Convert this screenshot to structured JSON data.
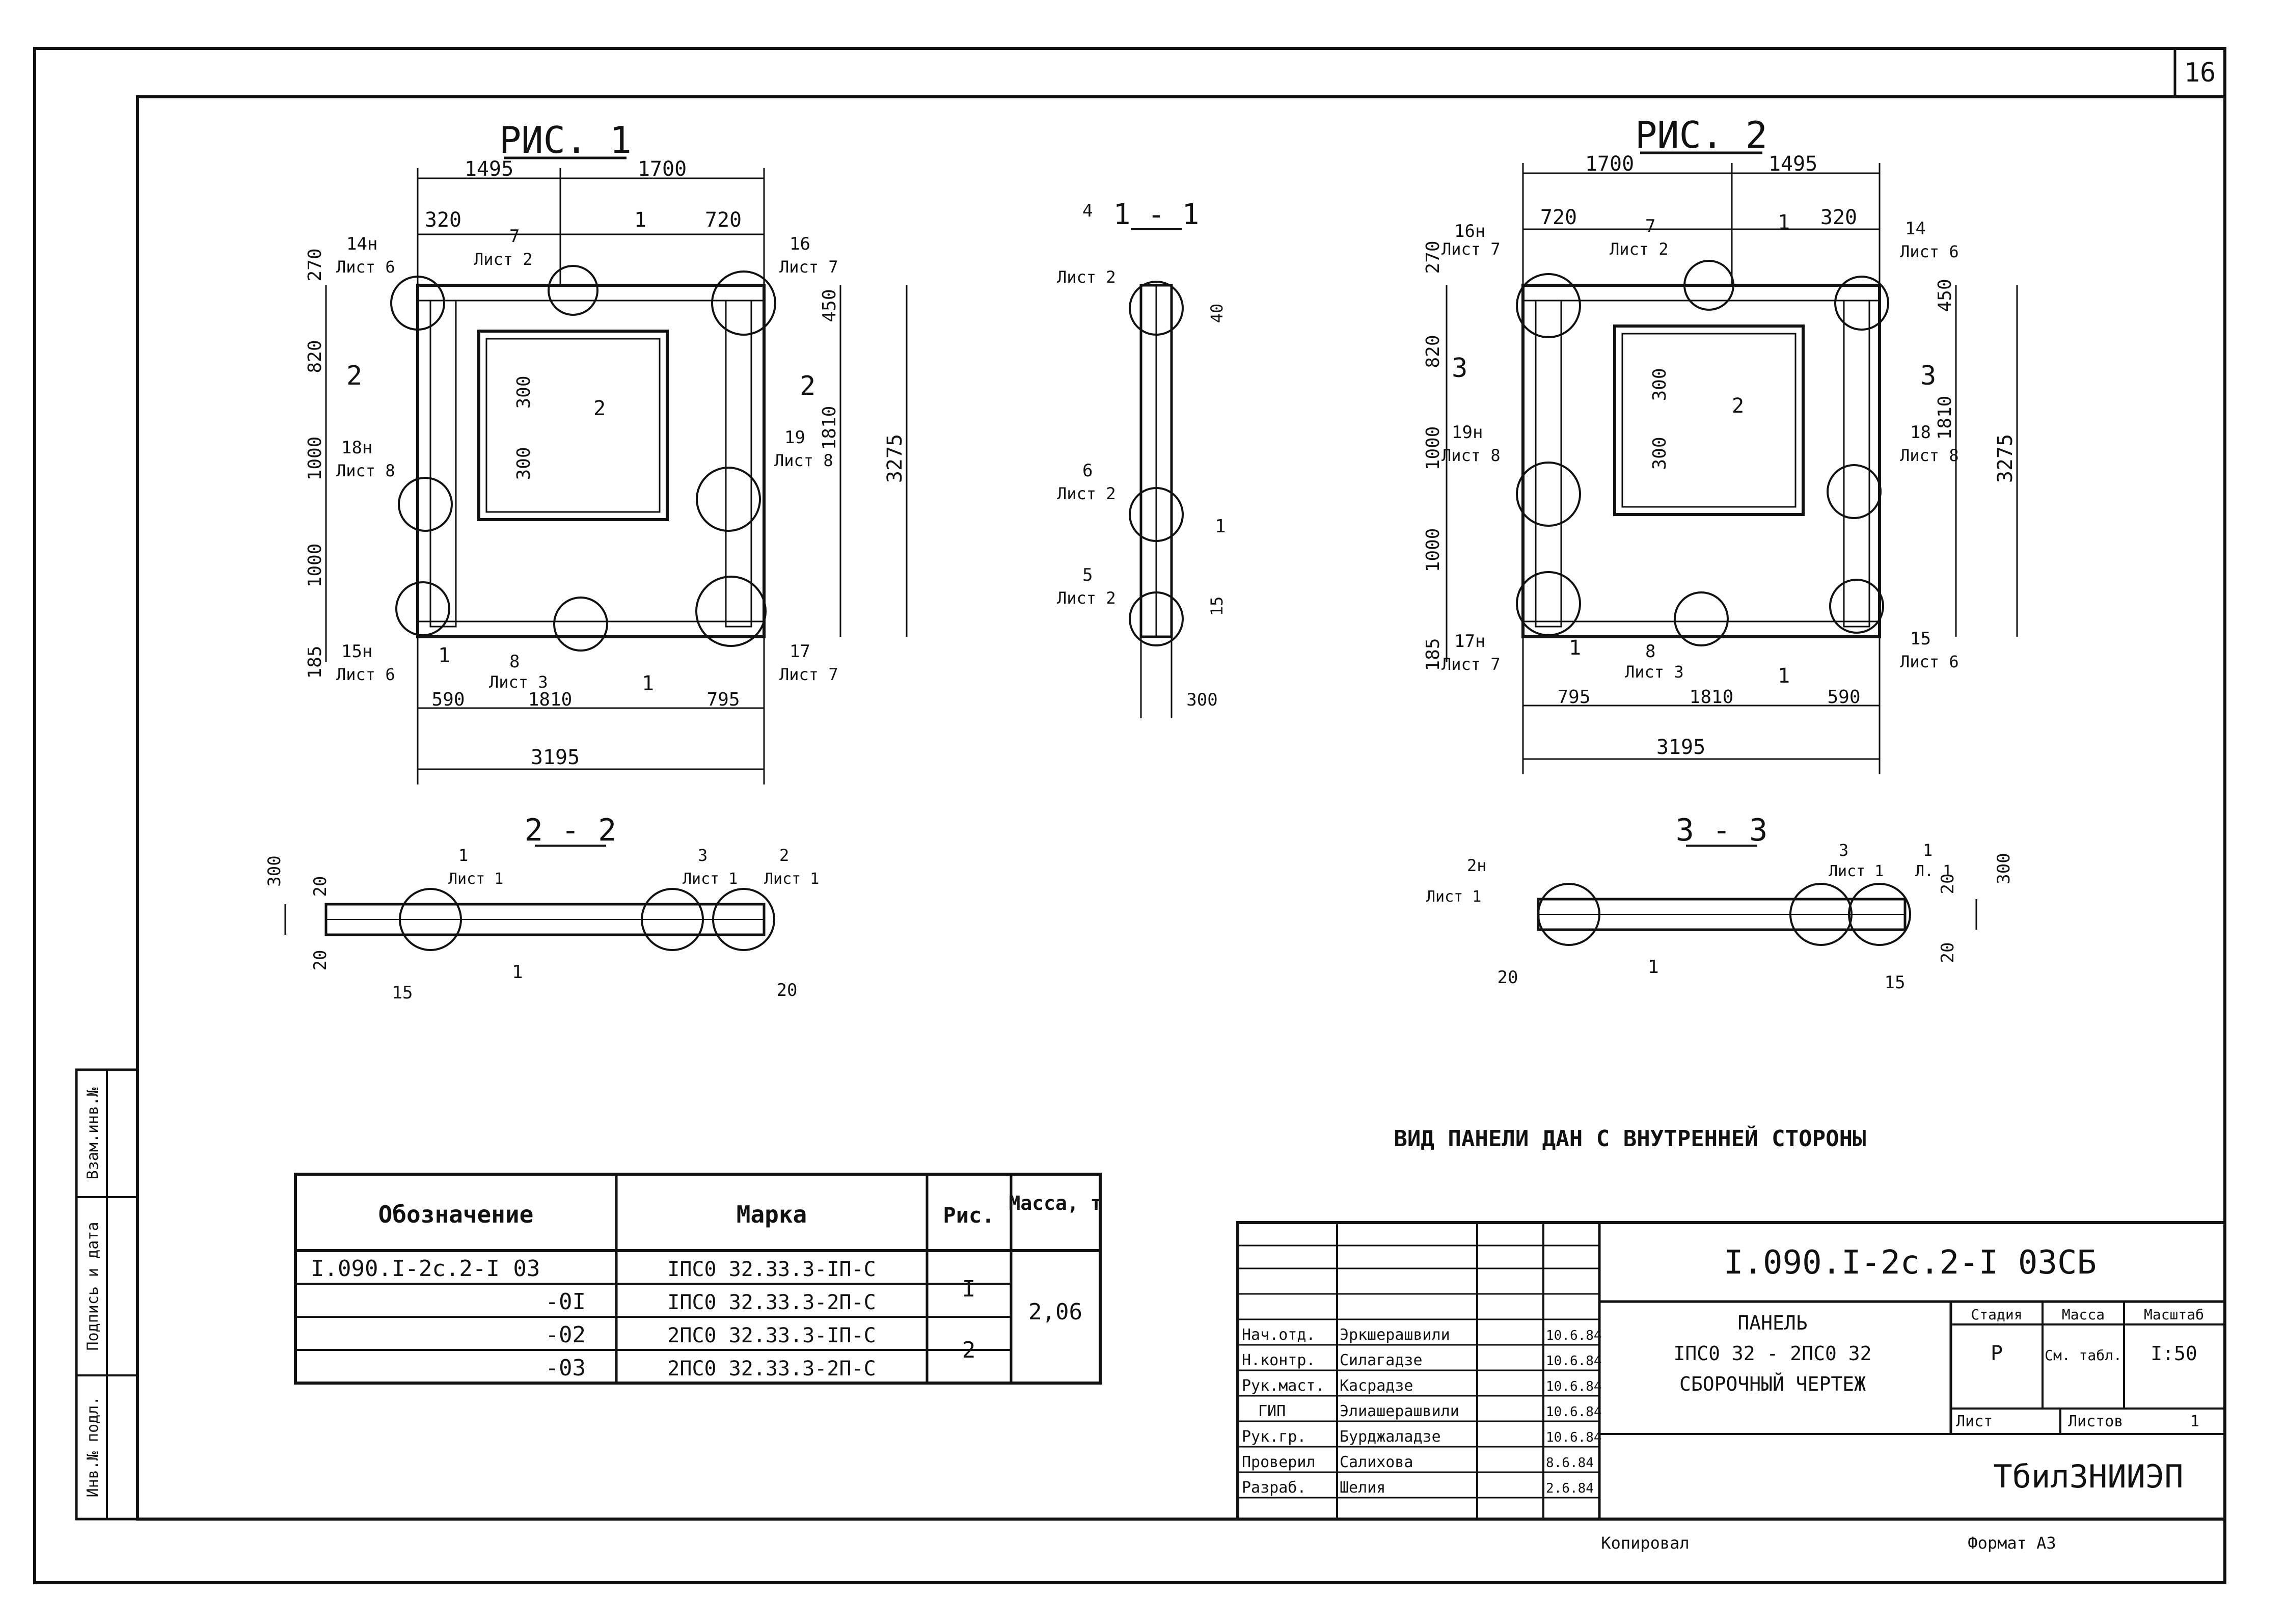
{
  "sheet_number": "16",
  "fig1": {
    "title": "РИС. 1",
    "dims_top": [
      "1495",
      "1700"
    ],
    "dims_top2": [
      "320",
      "720"
    ],
    "dims_left": [
      "270",
      "820",
      "1000",
      "1000",
      "185"
    ],
    "dims_bottom": [
      "590",
      "1810",
      "795"
    ],
    "dim_overall_width": "3195",
    "dim_overall_height": "3275",
    "dim_right_a": "450",
    "dim_right_b": "1810",
    "dim_window": [
      "300",
      "300"
    ],
    "callouts": [
      {
        "num": "14н",
        "sheet": "Лист 6"
      },
      {
        "num": "7",
        "sheet": "Лист 2"
      },
      {
        "num": "16",
        "sheet": "Лист 7"
      },
      {
        "num": "18н",
        "sheet": "Лист 8"
      },
      {
        "num": "19",
        "sheet": "Лист 8"
      },
      {
        "num": "15н",
        "sheet": "Лист 6"
      },
      {
        "num": "8",
        "sheet": "Лист 3"
      },
      {
        "num": "17",
        "sheet": "Лист 7"
      }
    ],
    "labels": [
      "2",
      "1",
      "1",
      "1",
      "2",
      "2"
    ]
  },
  "fig2": {
    "title": "РИС. 2",
    "dims_top": [
      "1700",
      "1495"
    ],
    "dims_top2": [
      "720",
      "320"
    ],
    "dims_left": [
      "270",
      "820",
      "1000",
      "1000",
      "185"
    ],
    "dims_bottom": [
      "795",
      "1810",
      "590"
    ],
    "dim_overall_width": "3195",
    "dim_overall_height": "3275",
    "dim_right_a": "450",
    "dim_right_b": "1810",
    "dim_window": [
      "300",
      "300"
    ],
    "callouts": [
      {
        "num": "16н",
        "sheet": "Лист 7"
      },
      {
        "num": "7",
        "sheet": "Лист 2"
      },
      {
        "num": "14",
        "sheet": "Лист 6"
      },
      {
        "num": "19н",
        "sheet": "Лист 8"
      },
      {
        "num": "18",
        "sheet": "Лист 8"
      },
      {
        "num": "17н",
        "sheet": "Лист 7"
      },
      {
        "num": "8",
        "sheet": "Лист 3"
      },
      {
        "num": "15",
        "sheet": "Лист 6"
      }
    ],
    "labels": [
      "3",
      "1",
      "1",
      "1",
      "2",
      "3"
    ]
  },
  "sec11": {
    "title": "1 - 1",
    "callouts": [
      {
        "num": "4",
        "sheet": "Лист 2"
      },
      {
        "num": "6",
        "sheet": "Лист 2"
      },
      {
        "num": "5",
        "sheet": "Лист 2"
      }
    ],
    "dims": [
      "40",
      "15",
      "300"
    ],
    "label": "1"
  },
  "sec22": {
    "title": "2 - 2",
    "dims": [
      "300",
      "20",
      "20",
      "15",
      "20"
    ],
    "callouts": [
      {
        "num": "1",
        "sheet": "Лист 1"
      },
      {
        "num": "3",
        "sheet": "Лист 1"
      },
      {
        "num": "2",
        "sheet": "Лист 1"
      }
    ],
    "label": "1"
  },
  "sec33": {
    "title": "3 - 3",
    "dims": [
      "300",
      "20",
      "20",
      "15"
    ],
    "callouts": [
      {
        "num": "2н",
        "sheet": "Лист 1"
      },
      {
        "num": "3",
        "sheet": "Лист 1"
      },
      {
        "num": "1",
        "sheet": "Л. 1"
      }
    ],
    "label": "1"
  },
  "note": "ВИД ПАНЕЛИ ДАН С ВНУТРЕННЕЙ СТОРОНЫ",
  "spec_table": {
    "headers": [
      "Обозначение",
      "Марка",
      "Рис.",
      "Масса, т"
    ],
    "rows": [
      {
        "designation": "I.090.I-2с.2-I 03",
        "mark": "IПС0 32.33.3-IП-С"
      },
      {
        "designation": "-0I",
        "mark": "IПС0 32.33.3-2П-С"
      },
      {
        "designation": "-02",
        "mark": "2ПС0 32.33.3-IП-С"
      },
      {
        "designation": "-03",
        "mark": "2ПС0 32.33.3-2П-С"
      }
    ],
    "fig_values": [
      "I",
      "2"
    ],
    "mass": "2,06"
  },
  "side_stamp": [
    "Взам.инв.№",
    "Подпись и дата",
    "Инв.№ подл."
  ],
  "title_block": {
    "code": "I.090.I-2с.2-I  03СБ",
    "name_line1": "ПАНЕЛЬ",
    "name_line2": "IПС0 32  -  2ПС0 32",
    "name_line3": "СБОРОЧНЫЙ  ЧЕРТЕЖ",
    "stage_label": "Стадия",
    "mass_label": "Масса",
    "scale_label": "Масштаб",
    "stage": "Р",
    "mass": "См. табл.",
    "scale": "I:50",
    "sheet_label": "Лист",
    "sheets_label": "Листов",
    "sheets": "1",
    "org": "ТбилЗНИИЭП",
    "roles": [
      {
        "role": "Нач.отд.",
        "name": "Эркшерашвили",
        "date": "10.6.84"
      },
      {
        "role": "Н.контр.",
        "name": "Силагадзе",
        "date": "10.6.84"
      },
      {
        "role": "Рук.маст.",
        "name": "Касрадзе",
        "date": "10.6.84"
      },
      {
        "role": "ГИП",
        "name": "Элиашерашвили",
        "date": "10.6.84"
      },
      {
        "role": "Рук.гр.",
        "name": "Бурджаладзе",
        "date": "10.6.84"
      },
      {
        "role": "Проверил",
        "name": "Салихова",
        "date": "8.6.84"
      },
      {
        "role": "Разраб.",
        "name": "Шелия",
        "date": "2.6.84"
      }
    ]
  },
  "footer": {
    "left": "Копировал",
    "right": "Формат А3"
  }
}
